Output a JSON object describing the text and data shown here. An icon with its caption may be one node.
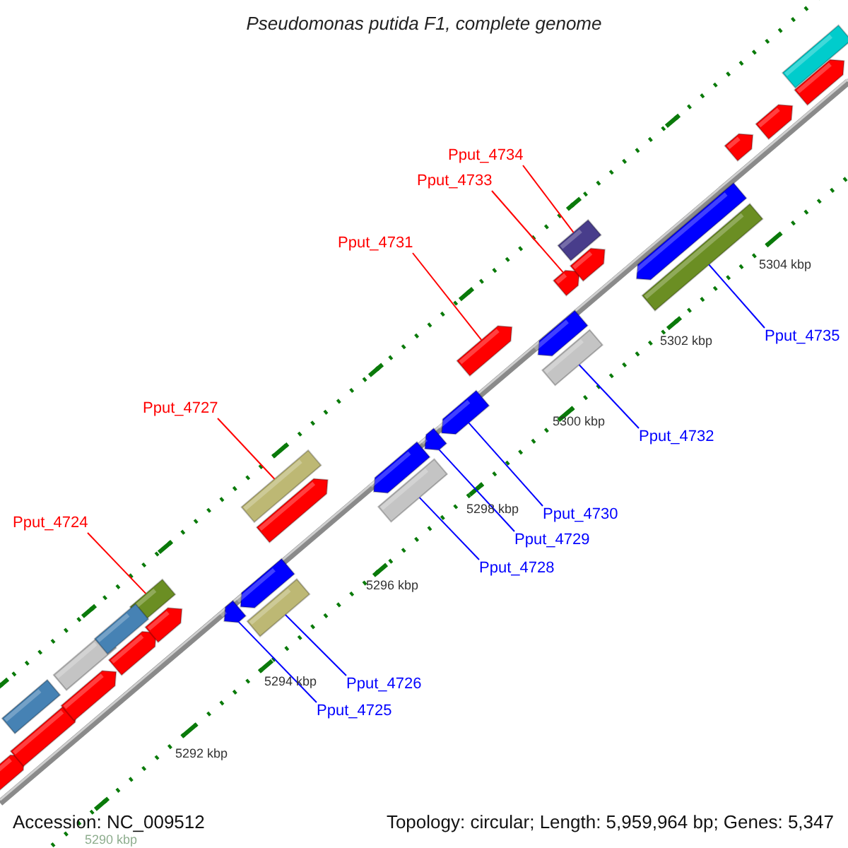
{
  "diagram": {
    "title": "Pseudomonas putida F1, complete genome",
    "nodes": [
      {
        "text": [
          "Pput_4734"
        ]
      },
      {
        "text": [
          "Pput_4733"
        ]
      },
      {
        "text": [
          "Pput_4731"
        ]
      },
      {
        "text": [
          "Pput_4735"
        ]
      },
      {
        "text": [
          "Pput_4727"
        ]
      },
      {
        "text": [
          "Pput_4732"
        ]
      },
      {
        "text": [
          "Pput_4730"
        ]
      },
      {
        "text": [
          "Pput_4724"
        ]
      },
      {
        "text": [
          "Pput_4729"
        ]
      },
      {
        "text": [
          "Pput_4728"
        ]
      },
      {
        "text": [
          "Pput_4726"
        ]
      },
      {
        "text": [
          "Pput_4725"
        ]
      },
      {
        "text": [],
        "shape": "bar"
      },
      {
        "text": [],
        "shape": "arrow"
      },
      {
        "text": [],
        "shape": "arrow"
      },
      {
        "text": [],
        "shape": "bar"
      },
      {
        "text": [],
        "shape": "bar"
      },
      {
        "text": [],
        "shape": "bar"
      },
      {
        "text": [],
        "shape": "arrow"
      },
      {
        "text": [],
        "shape": "bar"
      },
      {
        "text": [],
        "shape": "arrow"
      },
      {
        "text": [],
        "shape": "bar"
      },
      {
        "text": [],
        "shape": "bar"
      },
      {
        "text": [],
        "shape": "arrow"
      },
      {
        "text": [],
        "shape": "arrow"
      },
      {
        "text": [],
        "shape": "bar"
      },
      {
        "text": [],
        "shape": "arrow"
      },
      {
        "text": [],
        "shape": "bar"
      },
      {
        "text": [],
        "shape": "arrow"
      },
      {
        "text": [],
        "shape": "bar"
      },
      {
        "text": [],
        "shape": "arrow"
      },
      {
        "text": [],
        "shape": "arrow"
      },
      {
        "text": [],
        "shape": "arrow"
      },
      {
        "text": [],
        "shape": "arrow"
      },
      {
        "text": [],
        "shape": "arrow"
      },
      {
        "text": [],
        "shape": "arrow"
      },
      {
        "text": [],
        "shape": "arrow"
      },
      {
        "text": [],
        "shape": "arrow"
      },
      {
        "text": [],
        "shape": "arrow"
      },
      {
        "text": [],
        "shape": "arrow"
      },
      {
        "text": [],
        "shape": "bar"
      },
      {
        "text": [],
        "shape": "arrow"
      }
    ],
    "edges": [
      {
        "from": 0,
        "to": 12,
        "arrow": "none",
        "color": "#ff0000"
      },
      {
        "from": 1,
        "to": 13,
        "arrow": "none",
        "color": "#ff0000"
      },
      {
        "from": 2,
        "to": 14,
        "arrow": "none",
        "color": "#ff0000"
      },
      {
        "from": 3,
        "to": 15,
        "arrow": "none",
        "color": "#0000ff"
      },
      {
        "from": 4,
        "to": 16,
        "arrow": "none",
        "color": "#ff0000"
      },
      {
        "from": 5,
        "to": 17,
        "arrow": "none",
        "color": "#0000ff"
      },
      {
        "from": 6,
        "to": 18,
        "arrow": "none",
        "color": "#0000ff"
      },
      {
        "from": 7,
        "to": 19,
        "arrow": "none",
        "color": "#ff0000"
      },
      {
        "from": 8,
        "to": 20,
        "arrow": "none",
        "color": "#0000ff"
      },
      {
        "from": 9,
        "to": 21,
        "arrow": "none",
        "color": "#0000ff"
      },
      {
        "from": 10,
        "to": 22,
        "arrow": "none",
        "color": "#0000ff"
      },
      {
        "from": 11,
        "to": 23,
        "arrow": "none",
        "color": "#0000ff"
      }
    ],
    "labels": [
      "5304 kbp",
      "5302 kbp",
      "5300 kbp",
      "5298 kbp",
      "5296 kbp",
      "5294 kbp",
      "5292 kbp",
      "Accession: NC_009512",
      "Topology: circular; Length: 5,959,964 bp; Genes: 5,347",
      "5290 kbp"
    ]
  }
}
